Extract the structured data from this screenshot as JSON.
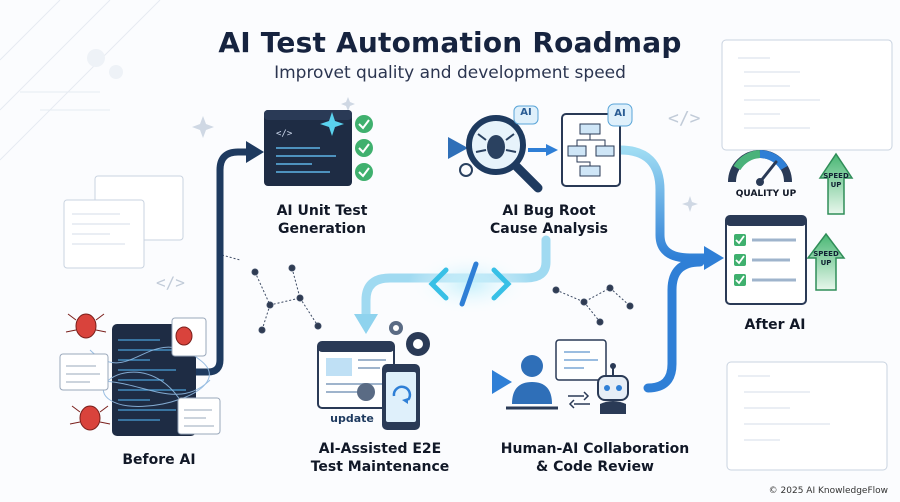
{
  "header": {
    "title": "AI Test Automation Roadmap",
    "subtitle": "Improvet quality and development speed"
  },
  "nodes": {
    "before_ai": "Before AI",
    "unit_test": [
      "AI Unit Test",
      "Generation"
    ],
    "bug_root": [
      "AI Bug Root",
      "Cause Analysis"
    ],
    "e2e": [
      "AI-Assisted E2E",
      "Test Maintenance"
    ],
    "collab": [
      "Human-AI Collaboration",
      "& Code Review"
    ],
    "after_ai": "After AI"
  },
  "badges": {
    "ai_bug": "AI",
    "ai_flow": "AI",
    "update": "update",
    "quality_up": "QUALITY UP",
    "speed_up_1": "SPEED UP",
    "speed_up_2": "SPEED UP"
  },
  "footer": {
    "credit": "© 2025 AI KnowledgeFlow"
  },
  "colors": {
    "navy": "#1e3a5f",
    "accent_blue": "#2f7fd6",
    "cyan": "#7fd6ee",
    "green": "#2fa86b",
    "bug_red": "#d9433c"
  }
}
